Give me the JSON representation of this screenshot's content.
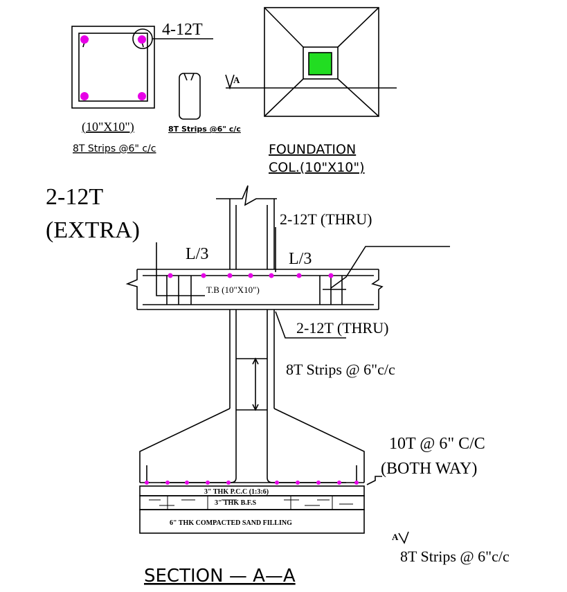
{
  "colors": {
    "rebar": "#e600e6",
    "column_core": "#22dd22",
    "line": "#000000"
  },
  "column_detail": {
    "bars_label": "4-12T",
    "size_label": "(10\"X10\")",
    "stirrup_label": "8T Strips @6\" c/c",
    "stirrup_label_small": "8T Strips @6\" c/c"
  },
  "foundation_plan": {
    "section_mark": "A",
    "title_line1": "FOUNDATION",
    "title_line2": "COL.(10\"X10\")"
  },
  "section": {
    "extra_bars_line1": "2-12T",
    "extra_bars_line2": "(EXTRA)",
    "top_thru_bars": "2-12T (THRU)",
    "span_left": "L/3",
    "span_right": "L/3",
    "tie_beam_label": "T.B (10\"X10\")",
    "bottom_thru_bars": "2-12T (THRU)",
    "column_stirrups": "8T Strips @ 6\"c/c",
    "footing_bars_line1": "10T @ 6\" C/C",
    "footing_bars_line2": "(BOTH WAY)",
    "pcc_label": "3\" THK P.C.C (1:3:6)",
    "bfs_label": "3\" THK B.F.S",
    "sand_label": "6\" THK COMPACTED SAND FILLING",
    "section_mark": "A",
    "bottom_stirrups": "8T Strips @ 6\"c/c",
    "title": "SECTION  —  A—A"
  }
}
